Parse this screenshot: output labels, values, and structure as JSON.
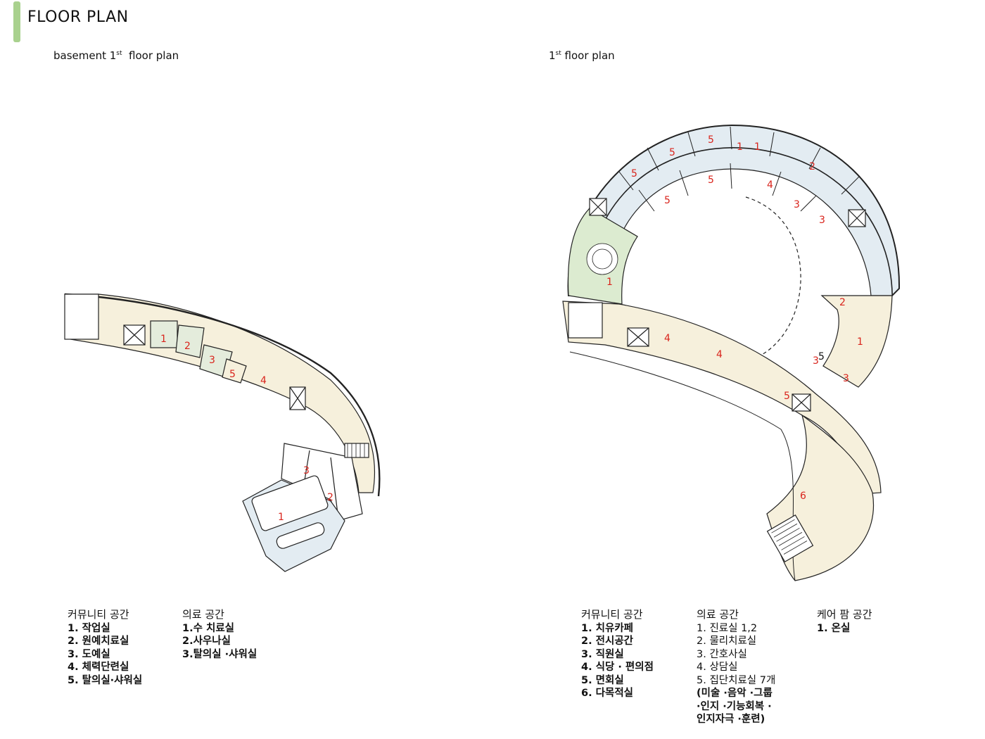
{
  "header": {
    "title": "FLOOR PLAN",
    "accent_color": "#a9d18e"
  },
  "plans": {
    "basement": {
      "label_prefix": "basement 1",
      "label_sup": "st",
      "label_suffix": "  floor plan",
      "room_numbers": [
        "1",
        "2",
        "3",
        "5",
        "4",
        "3",
        "2",
        "1"
      ]
    },
    "first": {
      "label_prefix": "1",
      "label_sup": "st",
      "label_suffix": " floor plan",
      "room_numbers": [
        "5",
        "1",
        "1",
        "5",
        "2",
        "5",
        "5",
        "4",
        "3",
        "5",
        "3",
        "1",
        "2",
        "1",
        "4",
        "4",
        "3",
        "5",
        "3",
        "5",
        "6"
      ]
    }
  },
  "legend_basement": {
    "community": {
      "heading": "커뮤니티 공간",
      "items": [
        "1. 작업실",
        "2. 원예치료실",
        "3. 도예실",
        "4. 체력단련실",
        "5. 탈의실·샤워실"
      ]
    },
    "medical": {
      "heading": "의료 공간",
      "items": [
        "1.수 치료실",
        "2.사우나실",
        "3.탈의실 ·샤워실"
      ]
    }
  },
  "legend_first": {
    "community": {
      "heading": "커뮤니티 공간",
      "items": [
        "1. 치유카페",
        "2. 전시공간",
        "3. 직원실",
        "4. 식당 · 편의점",
        "5. 면회실",
        "6. 다목적실"
      ]
    },
    "medical": {
      "heading": "의료 공간",
      "items": [
        "1. 진료실 1,2",
        "2. 물리치료실",
        "3. 간호사실",
        "4. 상담실",
        "5. 집단치료실 7개",
        "(미술 ·음악 ·그룹",
        "·인지 ·기능회복 ·",
        "인지자극 ·훈련)"
      ]
    },
    "carefarm": {
      "heading": "케어 팜 공간",
      "items": [
        "1. 온실"
      ]
    }
  },
  "colors": {
    "community_fill": "#f6f0dc",
    "medical_fill": "#e3ecf2",
    "garden_fill": "#dcebd0",
    "room_number": "#d9241c"
  }
}
